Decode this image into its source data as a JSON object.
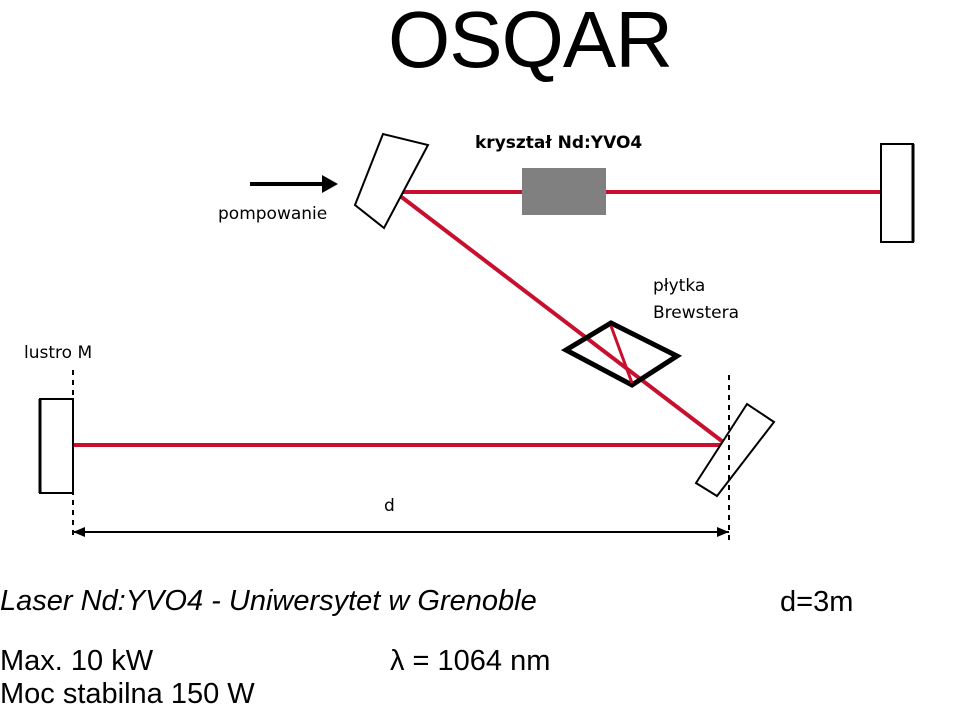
{
  "title": "OSQAR",
  "diagram": {
    "labels": {
      "crystal": "kryształ Nd:YVO4",
      "pumping": "pompowanie",
      "brewster_line1": "płytka",
      "brewster_line2": "Brewstera",
      "mirror_m": "lustro M",
      "distance": "d"
    },
    "colors": {
      "beam": "#c8102e",
      "crystal": "#808080",
      "outline": "#000000"
    }
  },
  "captions": {
    "laser_line": "Laser Nd:YVO4  - Uniwersytet w Grenoble",
    "distance_value": "d=3m",
    "max_power": "Max. 10 kW",
    "wavelength": "λ = 1064 nm",
    "stable_power": "Moc stabilna 150 W"
  }
}
